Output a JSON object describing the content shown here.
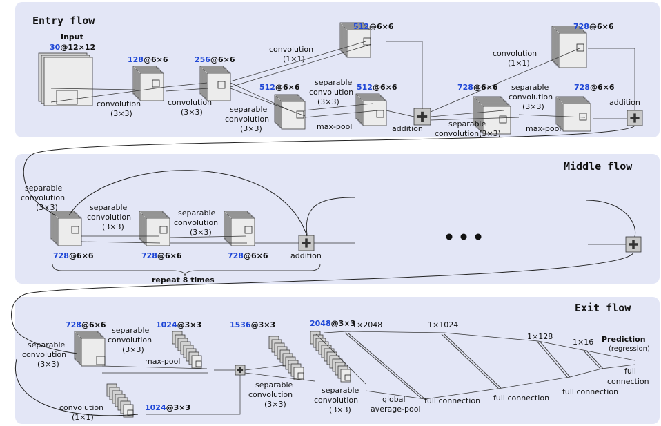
{
  "sections": {
    "entry": "Entry flow",
    "middle": "Middle flow",
    "exit": "Exit flow"
  },
  "entry": {
    "input_title": "Input",
    "input_ch": "30",
    "input_dim": "@12×12",
    "b1_ch": "128",
    "b1_dim": "@6×6",
    "b2_ch": "256",
    "b2_dim": "@6×6",
    "b3_ch": "512",
    "b3_dim": "@6×6",
    "b4_ch": "512",
    "b4_dim": "@6×6",
    "b5_ch": "512",
    "b5_dim": "@6×6",
    "b6_ch": "728",
    "b6_dim": "@6×6",
    "b7_ch": "728",
    "b7_dim": "@6×6",
    "b8_ch": "728",
    "b8_dim": "@6×6",
    "conv33_a1": "convolution",
    "conv33_a2": "(3×3)",
    "conv33_b1": "convolution",
    "conv33_b2": "(3×3)",
    "conv11_a1": "convolution",
    "conv11_a2": "(1×1)",
    "conv11_b1": "convolution",
    "conv11_b2": "(1×1)",
    "sep_a1": "separable",
    "sep_a2": "convolution",
    "sep_a3": "(3×3)",
    "sep_b1": "separable",
    "sep_b2": "convolution",
    "sep_b3": "(3×3)",
    "sep_c1": "separable",
    "sep_c2": "convolution(3×3)",
    "sep_d1": "separable",
    "sep_d2": "convolution",
    "sep_d3": "(3×3)",
    "maxpool_a": "max-pool",
    "maxpool_b": "max-pool",
    "addition_a": "addition",
    "addition_b": "addition"
  },
  "middle": {
    "sep_a1": "separable",
    "sep_a2": "convolution",
    "sep_a3": "(3×3)",
    "sep_b1": "separable",
    "sep_b2": "convolution",
    "sep_b3": "(3×3)",
    "sep_c1": "separable",
    "sep_c2": "convolution",
    "sep_c3": "(3×3)",
    "m1_ch": "728",
    "m1_dim": "@6×6",
    "m2_ch": "728",
    "m2_dim": "@6×6",
    "m3_ch": "728",
    "m3_dim": "@6×6",
    "addition": "addition",
    "repeat": "repeat 8 times"
  },
  "exit": {
    "e1_ch": "728",
    "e1_dim": "@6×6",
    "e2_ch": "1024",
    "e2_dim": "@3×3",
    "e3_ch": "1536",
    "e3_dim": "@3×3",
    "e4_ch": "2048",
    "e4_dim": "@3×3",
    "e5_ch": "1024",
    "e5_dim": "@3×3",
    "sep_a1": "separable",
    "sep_a2": "convolution",
    "sep_a3": "(3×3)",
    "sep_b1": "separable",
    "sep_b2": "convolution",
    "sep_b3": "(3×3)",
    "sep_c1": "separable",
    "sep_c2": "convolution",
    "sep_c3": "(3×3)",
    "sep_d1": "separable",
    "sep_d2": "convolution",
    "sep_d3": "(3×3)",
    "maxpool": "max-pool",
    "conv11_1": "convolution",
    "conv11_2": "(1×1)",
    "gap1": "global",
    "gap2": "average-pool",
    "fc_2048": "1×2048",
    "fc_1024": "1×1024",
    "fc_128": "1×128",
    "fc_16": "1×16",
    "full_conn_a": "full connection",
    "full_conn_b": "full connection",
    "full_conn_c": "full connection",
    "full_conn_d1": "full",
    "full_conn_d2": "connection",
    "prediction": "Prediction",
    "regression": "(regression)"
  }
}
